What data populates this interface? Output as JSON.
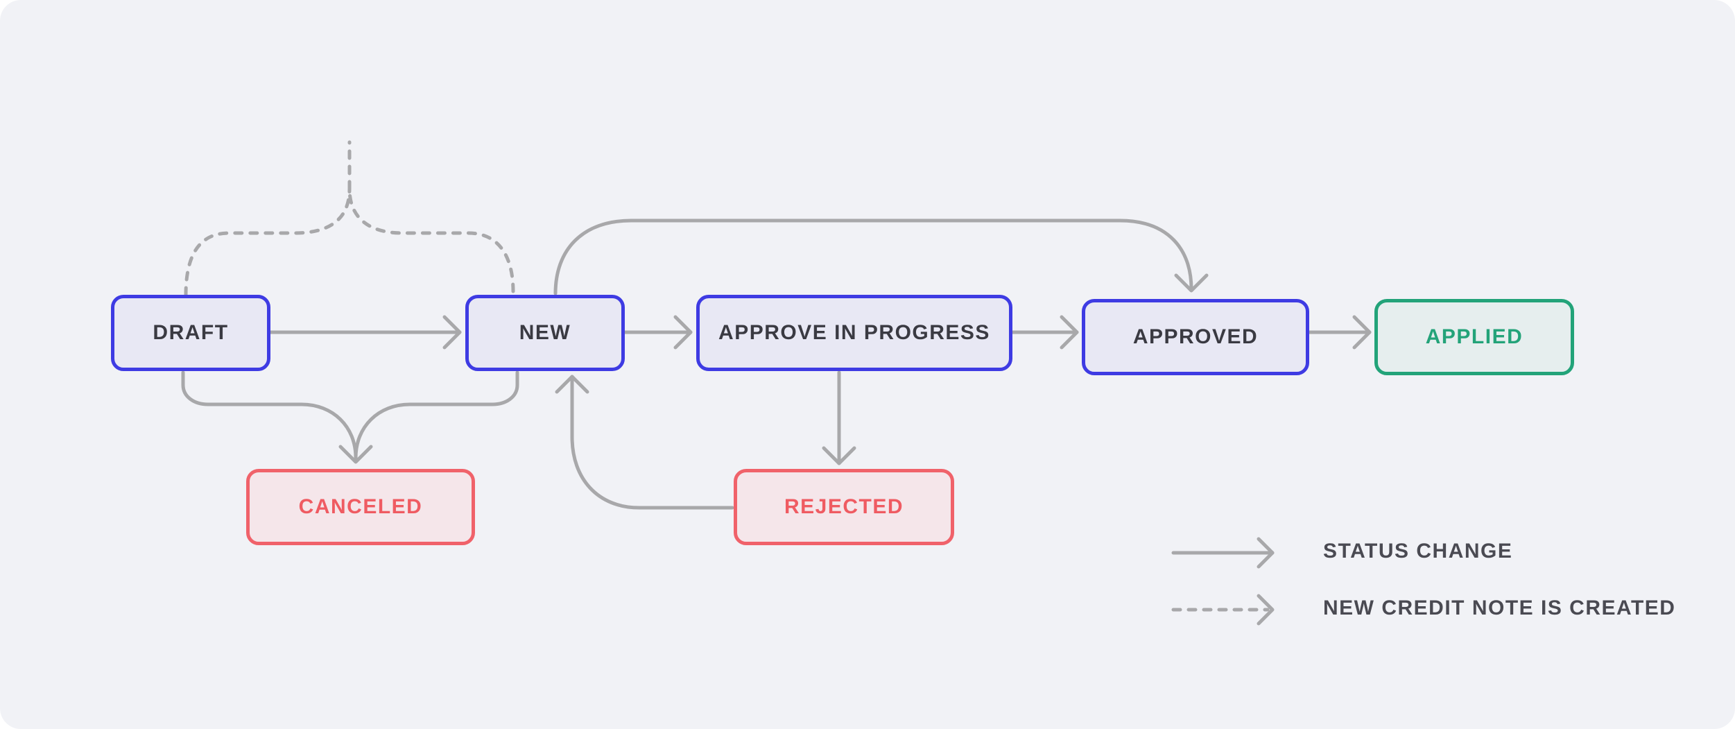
{
  "nodes": {
    "draft": "DRAFT",
    "new": "NEW",
    "approve_in_progress": "APPROVE IN PROGRESS",
    "approved": "APPROVED",
    "applied": "APPLIED",
    "canceled": "CANCELED",
    "rejected": "REJECTED"
  },
  "legend": {
    "status_change": "STATUS CHANGE",
    "new_credit_note": "NEW CREDIT NOTE IS CREATED"
  },
  "colors": {
    "background": "#f1f2f6",
    "active_border": "#3e3be3",
    "canceled_border": "#f0626a",
    "applied_border": "#23a379",
    "arrow": "#a8a8aa"
  },
  "edges": [
    {
      "from": "DRAFT",
      "to": "NEW",
      "style": "solid"
    },
    {
      "from": "NEW",
      "to": "APPROVE IN PROGRESS",
      "style": "solid"
    },
    {
      "from": "APPROVE IN PROGRESS",
      "to": "APPROVED",
      "style": "solid"
    },
    {
      "from": "APPROVED",
      "to": "APPLIED",
      "style": "solid"
    },
    {
      "from": "NEW",
      "to": "APPROVED",
      "style": "solid"
    },
    {
      "from": "APPROVE IN PROGRESS",
      "to": "REJECTED",
      "style": "solid"
    },
    {
      "from": "REJECTED",
      "to": "NEW",
      "style": "solid"
    },
    {
      "from": "DRAFT",
      "to": "CANCELED",
      "style": "solid"
    },
    {
      "from": "NEW",
      "to": "CANCELED",
      "style": "solid"
    },
    {
      "from": "DRAFT",
      "to": "",
      "style": "dashed"
    },
    {
      "from": "NEW",
      "to": "",
      "style": "dashed"
    }
  ]
}
